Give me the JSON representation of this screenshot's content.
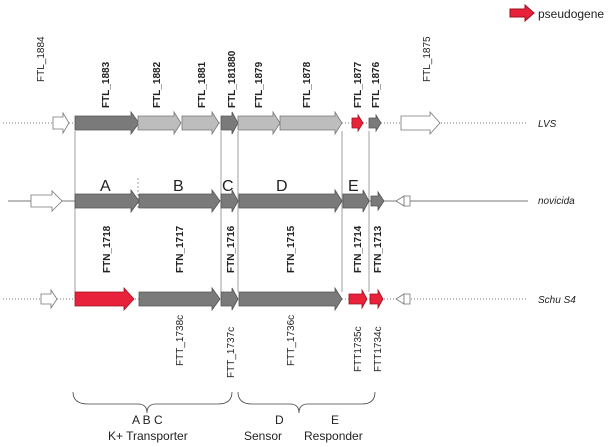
{
  "legend": {
    "label": "pseudogene"
  },
  "lvs": {
    "strain": "LVS",
    "genes": [
      "FTL_1884",
      "FTL_1883",
      "FTL_1882",
      "FTL_1881",
      "FTL_181880",
      "FTL_1879",
      "FTL_1878",
      "FTL_1877",
      "FTL_1876",
      "FTL_1875"
    ]
  },
  "novicida": {
    "strain": "novicida",
    "domains": [
      "A",
      "B",
      "C",
      "D",
      "E"
    ],
    "genes": [
      "FTN_1718",
      "FTN_1717",
      "FTN_1716",
      "FTN_1715",
      "FTN_1714",
      "FTN_1713"
    ]
  },
  "schu": {
    "strain": "Schu S4",
    "genes": [
      "FTT_1738c",
      "FTT_1737c",
      "FTT_1736c",
      "FTT1735c",
      "FTT1734c"
    ]
  },
  "function": {
    "abc": "A  B  C",
    "transporter": "K+ Transporter",
    "d": "D",
    "sensor": "Sensor",
    "e": "E",
    "responder": "Responder"
  },
  "colors": {
    "dark": "#7a7a7a",
    "light": "#bdbdbd",
    "pseudo": "#e8223a",
    "white": "#ffffff"
  }
}
